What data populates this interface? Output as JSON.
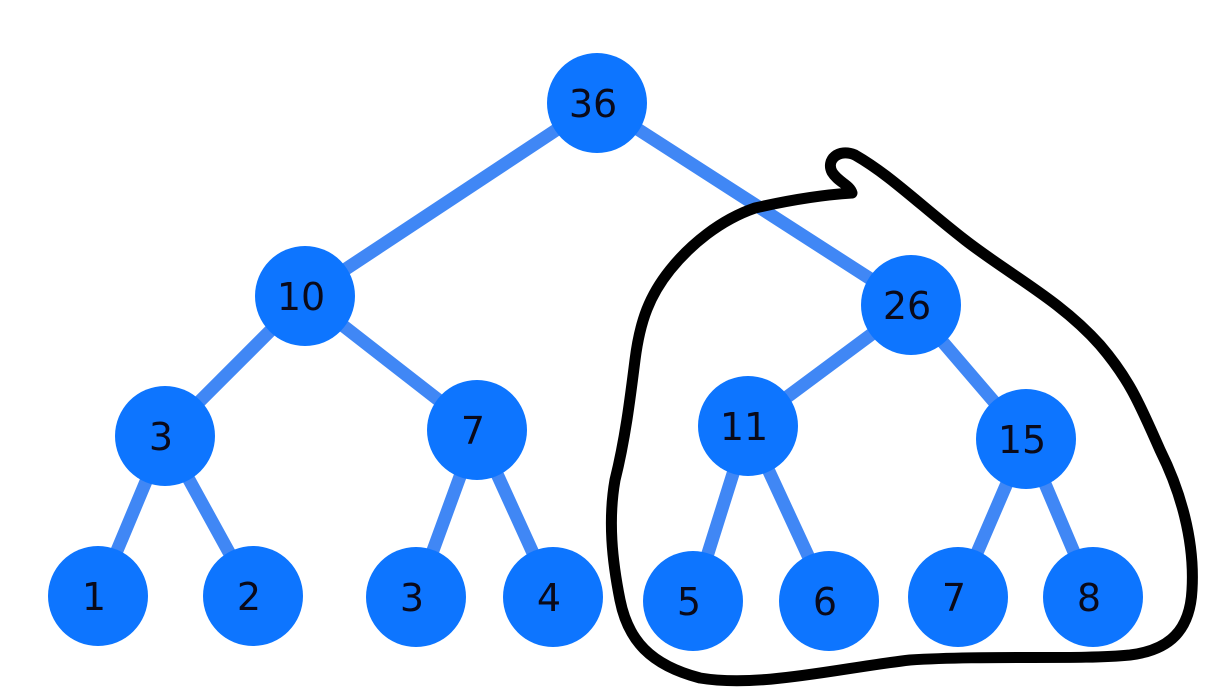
{
  "tree": {
    "nodes": [
      {
        "id": "n36",
        "label": "36"
      },
      {
        "id": "n10",
        "label": "10"
      },
      {
        "id": "n26",
        "label": "26"
      },
      {
        "id": "n3a",
        "label": "3"
      },
      {
        "id": "n7a",
        "label": "7"
      },
      {
        "id": "n11",
        "label": "11"
      },
      {
        "id": "n15",
        "label": "15"
      },
      {
        "id": "n1",
        "label": "1"
      },
      {
        "id": "n2",
        "label": "2"
      },
      {
        "id": "n3b",
        "label": "3"
      },
      {
        "id": "n4",
        "label": "4"
      },
      {
        "id": "n5",
        "label": "5"
      },
      {
        "id": "n6",
        "label": "6"
      },
      {
        "id": "n7b",
        "label": "7"
      },
      {
        "id": "n8",
        "label": "8"
      }
    ],
    "edges": [
      {
        "from": "n36",
        "to": "n10"
      },
      {
        "from": "n36",
        "to": "n26"
      },
      {
        "from": "n10",
        "to": "n3a"
      },
      {
        "from": "n10",
        "to": "n7a"
      },
      {
        "from": "n26",
        "to": "n11"
      },
      {
        "from": "n26",
        "to": "n15"
      },
      {
        "from": "n3a",
        "to": "n1"
      },
      {
        "from": "n3a",
        "to": "n2"
      },
      {
        "from": "n7a",
        "to": "n3b"
      },
      {
        "from": "n7a",
        "to": "n4"
      },
      {
        "from": "n11",
        "to": "n5"
      },
      {
        "from": "n11",
        "to": "n6"
      },
      {
        "from": "n15",
        "to": "n7b"
      },
      {
        "from": "n15",
        "to": "n8"
      }
    ],
    "highlighted_subtree_root": "n26"
  },
  "colors": {
    "node_fill": "#0d75ff",
    "edge": "#2c7bf5",
    "label": "#0a0a1a",
    "annotation": "#000000"
  }
}
